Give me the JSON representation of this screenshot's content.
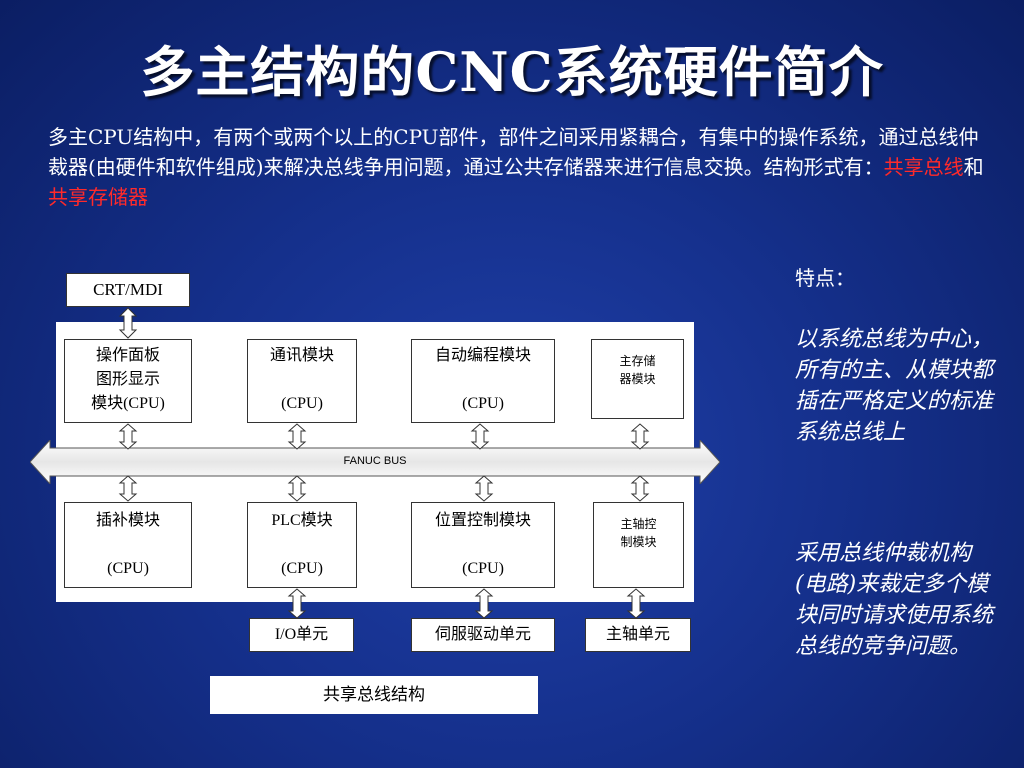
{
  "title": "多主结构的CNC系统硬件简介",
  "intro": {
    "text_main": "多主CPU结构中，有两个或两个以上的CPU部件，部件之间采用紧耦合，有集中的操作系统，通过总线仲裁器(由硬件和软件组成)来解决总线争用问题，通过公共存储器来进行信息交换。结构形式有：",
    "highlight1": "共享总线",
    "connector": "和",
    "highlight2": "共享存储器",
    "highlight_color": "#ff2a2a"
  },
  "diagram": {
    "crt": "CRT/MDI",
    "top_modules": [
      {
        "lines": [
          "操作面板",
          "图形显示",
          "模块(CPU)"
        ]
      },
      {
        "lines": [
          "通讯模块",
          "",
          "(CPU)"
        ]
      },
      {
        "lines": [
          "自动编程模块",
          "",
          "(CPU)"
        ]
      },
      {
        "lines": [
          "主存储",
          "器模块"
        ]
      }
    ],
    "bus_label": "FANUC   BUS",
    "bottom_modules": [
      {
        "lines": [
          "插补模块",
          "",
          "(CPU)"
        ]
      },
      {
        "lines": [
          "PLC模块",
          "",
          "(CPU)"
        ]
      },
      {
        "lines": [
          "位置控制模块",
          "",
          "(CPU)"
        ]
      },
      {
        "lines": [
          "主轴控",
          "制模块"
        ]
      }
    ],
    "units": [
      "I/O单元",
      "伺服驱动单元",
      "主轴单元"
    ],
    "caption": "共享总线结构"
  },
  "features": {
    "heading": "特点：",
    "point1": "以系统总线为中心，所有的主、从模块都插在严格定义的标准系统总线上",
    "point2": "采用总线仲裁机构(电路)来裁定多个模块同时请求使用系统总线的竞争问题。"
  },
  "colors": {
    "background": "#15308c",
    "text": "#ffffff"
  }
}
